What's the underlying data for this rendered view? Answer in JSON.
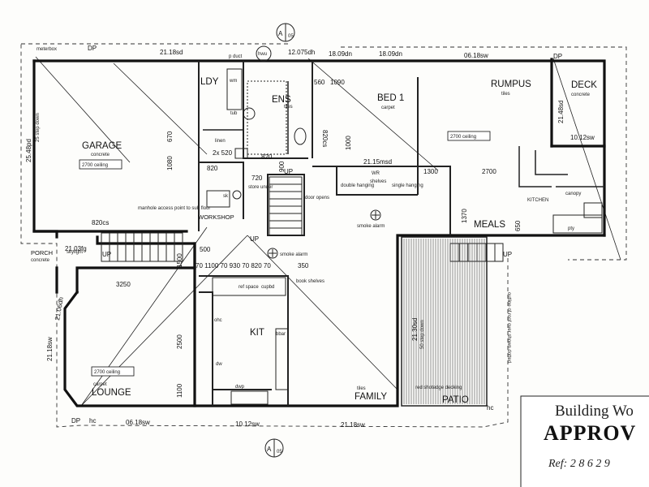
{
  "rooms": {
    "ldy": "LDY",
    "ens": "ENS",
    "bed1": "BED 1",
    "bed1_floor": "carpet",
    "rumpus": "RUMPUS",
    "rumpus_floor": "tiles",
    "deck": "DECK",
    "deck_floor": "concrete",
    "garage": "GARAGE",
    "garage_floor": "concrete",
    "workshop": "WORKSHOP",
    "meals": "MEALS",
    "kit": "KIT",
    "family": "FAMILY",
    "lounge": "LOUNGE",
    "lounge_floor": "carpet",
    "patio": "PATIO",
    "porch": "PORCH",
    "porch_floor": "concrete"
  },
  "ceiling_notes": {
    "garage": "2700 ceiling",
    "rumpus": "2700 ceiling",
    "lounge": "2700 ceiling"
  },
  "labels": {
    "meterbox": "meterbox",
    "hwu": "hwu",
    "linen": "linen",
    "tub": "tub",
    "wm": "wm",
    "tiles": "tiles",
    "wr": "WR",
    "double_hanging": "double hanging",
    "shelves": "shelves",
    "single_hanging": "single hanging",
    "store_under": "store under",
    "sk": "sk",
    "manhole": "manhole access point to sub floor",
    "smoke_alarm_1": "smoke alarm",
    "smoke_alarm_2": "smoke alarm",
    "door_opens": "door opens",
    "kitchen": "KITCHEN",
    "canopy": "canopy",
    "pty": "pty",
    "ref_space": "ref space",
    "cupbd": "cupbd",
    "book_shelves": "book shelves",
    "ohc": "ohc",
    "dw": "dw",
    "dwp": "dwp",
    "bbar": "bbar",
    "fam_tiles": "tiles",
    "deck_note": "red shotedge decking",
    "roof_note": "outline of roof over shown dotted",
    "step_down_garage": "25 step down",
    "step_down_patio": "50 step down",
    "skylight": "skylight"
  },
  "dimensions": {
    "d_21_18sd": "21.18sd",
    "d_12_075dh": "12.075dh",
    "d_18_09dn_a": "18.09dn",
    "d_18_09dn_b": "18.09dn",
    "d_06_18sw_top": "06.18sw",
    "d_21_48sd": "21.48sd",
    "d_10_12sw_deck": "10.12sw",
    "d_25_48pd": "25.48pd",
    "d_21_15msd": "21.15msd",
    "d_820cs_a": "820cs",
    "d_820cs_b": "820cs",
    "d_21_03fg": "21.03fg",
    "d_3250": "3250",
    "d_1300": "1300",
    "d_2700": "2700",
    "d_1370": "1370",
    "d_500": "500",
    "d_350": "350",
    "d_1500": "1500",
    "d_2500": "2500",
    "d_21_06dh": "21.06dh",
    "d_21_18sw": "21.18sw",
    "d_06_18sw_bot": "06.18sw",
    "d_10_12sw_bot": "10.12sw",
    "d_21_18sw_bot": "21.18sw",
    "d_21_30sd": "21.30sd",
    "d_1080": "1080",
    "d_670": "670",
    "d_720": "720",
    "d_900": "900",
    "d_1000": "1000",
    "d_2x520": "2x 520",
    "d_820_a": "820",
    "d_820_b": "820",
    "d_1090": "1090",
    "d_560": "560",
    "d_650": "650",
    "d_1100": "1100",
    "d_row_kit": "70 1100 70 930 70 820 70",
    "d_up": "UP",
    "d_up2": "UP",
    "d_up3": "UP",
    "d_up4": "UP",
    "d_dp1": "DP",
    "d_dp2": "DP",
    "d_dp3": "DP",
    "d_hc1": "hc",
    "d_hc2": "hc",
    "d_pduct": "p duct"
  },
  "markers": {
    "section_top": "A",
    "section_top_sheet": "05",
    "section_bot": "A",
    "section_bot_sheet": "05"
  },
  "stamp": {
    "line1": "Building Wo",
    "line2": "APPROV",
    "line3": "Ref:   2 8 6 2 9"
  }
}
